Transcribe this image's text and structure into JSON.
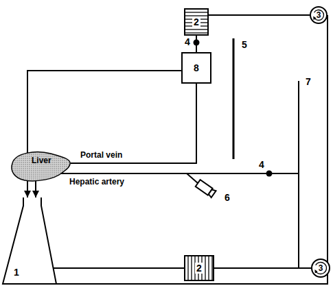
{
  "diagram": {
    "nodes": [
      {
        "text": [
          "2"
        ]
      },
      {
        "text": [
          "3"
        ]
      },
      {
        "text": [
          "8"
        ]
      },
      {
        "text": [
          "Liver"
        ]
      },
      {
        "text": [
          "2"
        ]
      },
      {
        "text": [
          "3"
        ]
      },
      {
        "text": [
          "1"
        ]
      }
    ],
    "edges": [
      {
        "from": 6,
        "to": 1,
        "arrow": "none"
      },
      {
        "from": 1,
        "to": 0,
        "arrow": "none"
      },
      {
        "from": 0,
        "to": 2,
        "arrow": "none"
      },
      {
        "from": 2,
        "to": 3,
        "label": "Portal vein",
        "arrow": "none"
      },
      {
        "from": 2,
        "to": 6,
        "arrow": "to"
      },
      {
        "from": 3,
        "to": 6,
        "arrow": "to"
      },
      {
        "from": 6,
        "to": 4,
        "arrow": "none"
      },
      {
        "from": 4,
        "to": 5,
        "arrow": "none"
      },
      {
        "from": 5,
        "to": 3,
        "label": "Hepatic artery",
        "arrow": "none"
      }
    ],
    "labels": [
      "4",
      "5",
      "7",
      "4",
      "6"
    ]
  }
}
